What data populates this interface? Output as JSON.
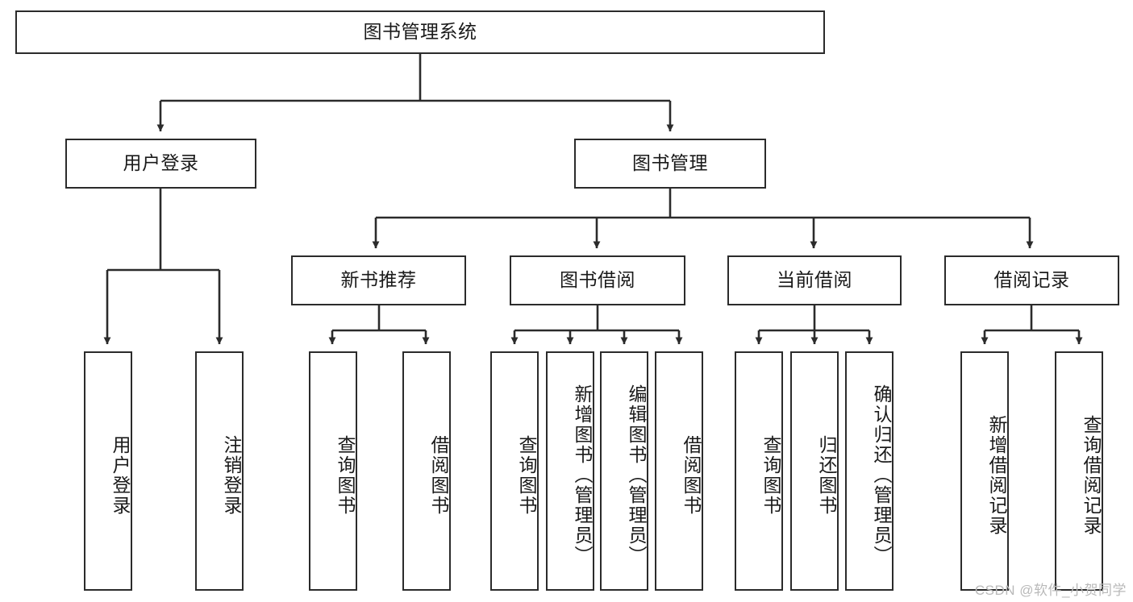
{
  "diagram": {
    "type": "tree-hierarchy-chart",
    "title": "图书管理系统",
    "orientation": "top-down",
    "colors": {
      "box_stroke": "#2b2b2b",
      "box_fill": "#ffffff",
      "edge": "#2b2b2b",
      "text": "#1a1a1a",
      "watermark": "#b9b9b9"
    },
    "root": {
      "id": "root",
      "label": "图书管理系统"
    },
    "level2": [
      {
        "id": "user-login",
        "label": "用户登录"
      },
      {
        "id": "book-manage",
        "label": "图书管理"
      }
    ],
    "level3": [
      {
        "id": "new-book-recommend",
        "label": "新书推荐",
        "parent": "book-manage"
      },
      {
        "id": "book-borrow",
        "label": "图书借阅",
        "parent": "book-manage"
      },
      {
        "id": "current-borrow",
        "label": "当前借阅",
        "parent": "book-manage"
      },
      {
        "id": "borrow-record",
        "label": "借阅记录",
        "parent": "book-manage"
      }
    ],
    "leaves": {
      "user-login": [
        {
          "id": "leaf-user-login",
          "label": "用户登录"
        },
        {
          "id": "leaf-user-logout",
          "label": "注销登录"
        }
      ],
      "new-book-recommend": [
        {
          "id": "leaf-query-book-1",
          "label": "查询图书"
        },
        {
          "id": "leaf-borrow-book-1",
          "label": "借阅图书"
        }
      ],
      "book-borrow": [
        {
          "id": "leaf-query-book-2",
          "label": "查询图书"
        },
        {
          "id": "leaf-add-book",
          "label": "新增图书（管理员）"
        },
        {
          "id": "leaf-edit-book",
          "label": "编辑图书（管理员）"
        },
        {
          "id": "leaf-borrow-book-2",
          "label": "借阅图书"
        }
      ],
      "current-borrow": [
        {
          "id": "leaf-query-book-3",
          "label": "查询图书"
        },
        {
          "id": "leaf-return-book",
          "label": "归还图书"
        },
        {
          "id": "leaf-confirm-return",
          "label": "确认归还（管理员）"
        }
      ],
      "borrow-record": [
        {
          "id": "leaf-add-record",
          "label": "新增借阅记录"
        },
        {
          "id": "leaf-query-record",
          "label": "查询借阅记录"
        }
      ]
    }
  },
  "watermark": {
    "text": "CSDN @软件_小贺同学"
  }
}
